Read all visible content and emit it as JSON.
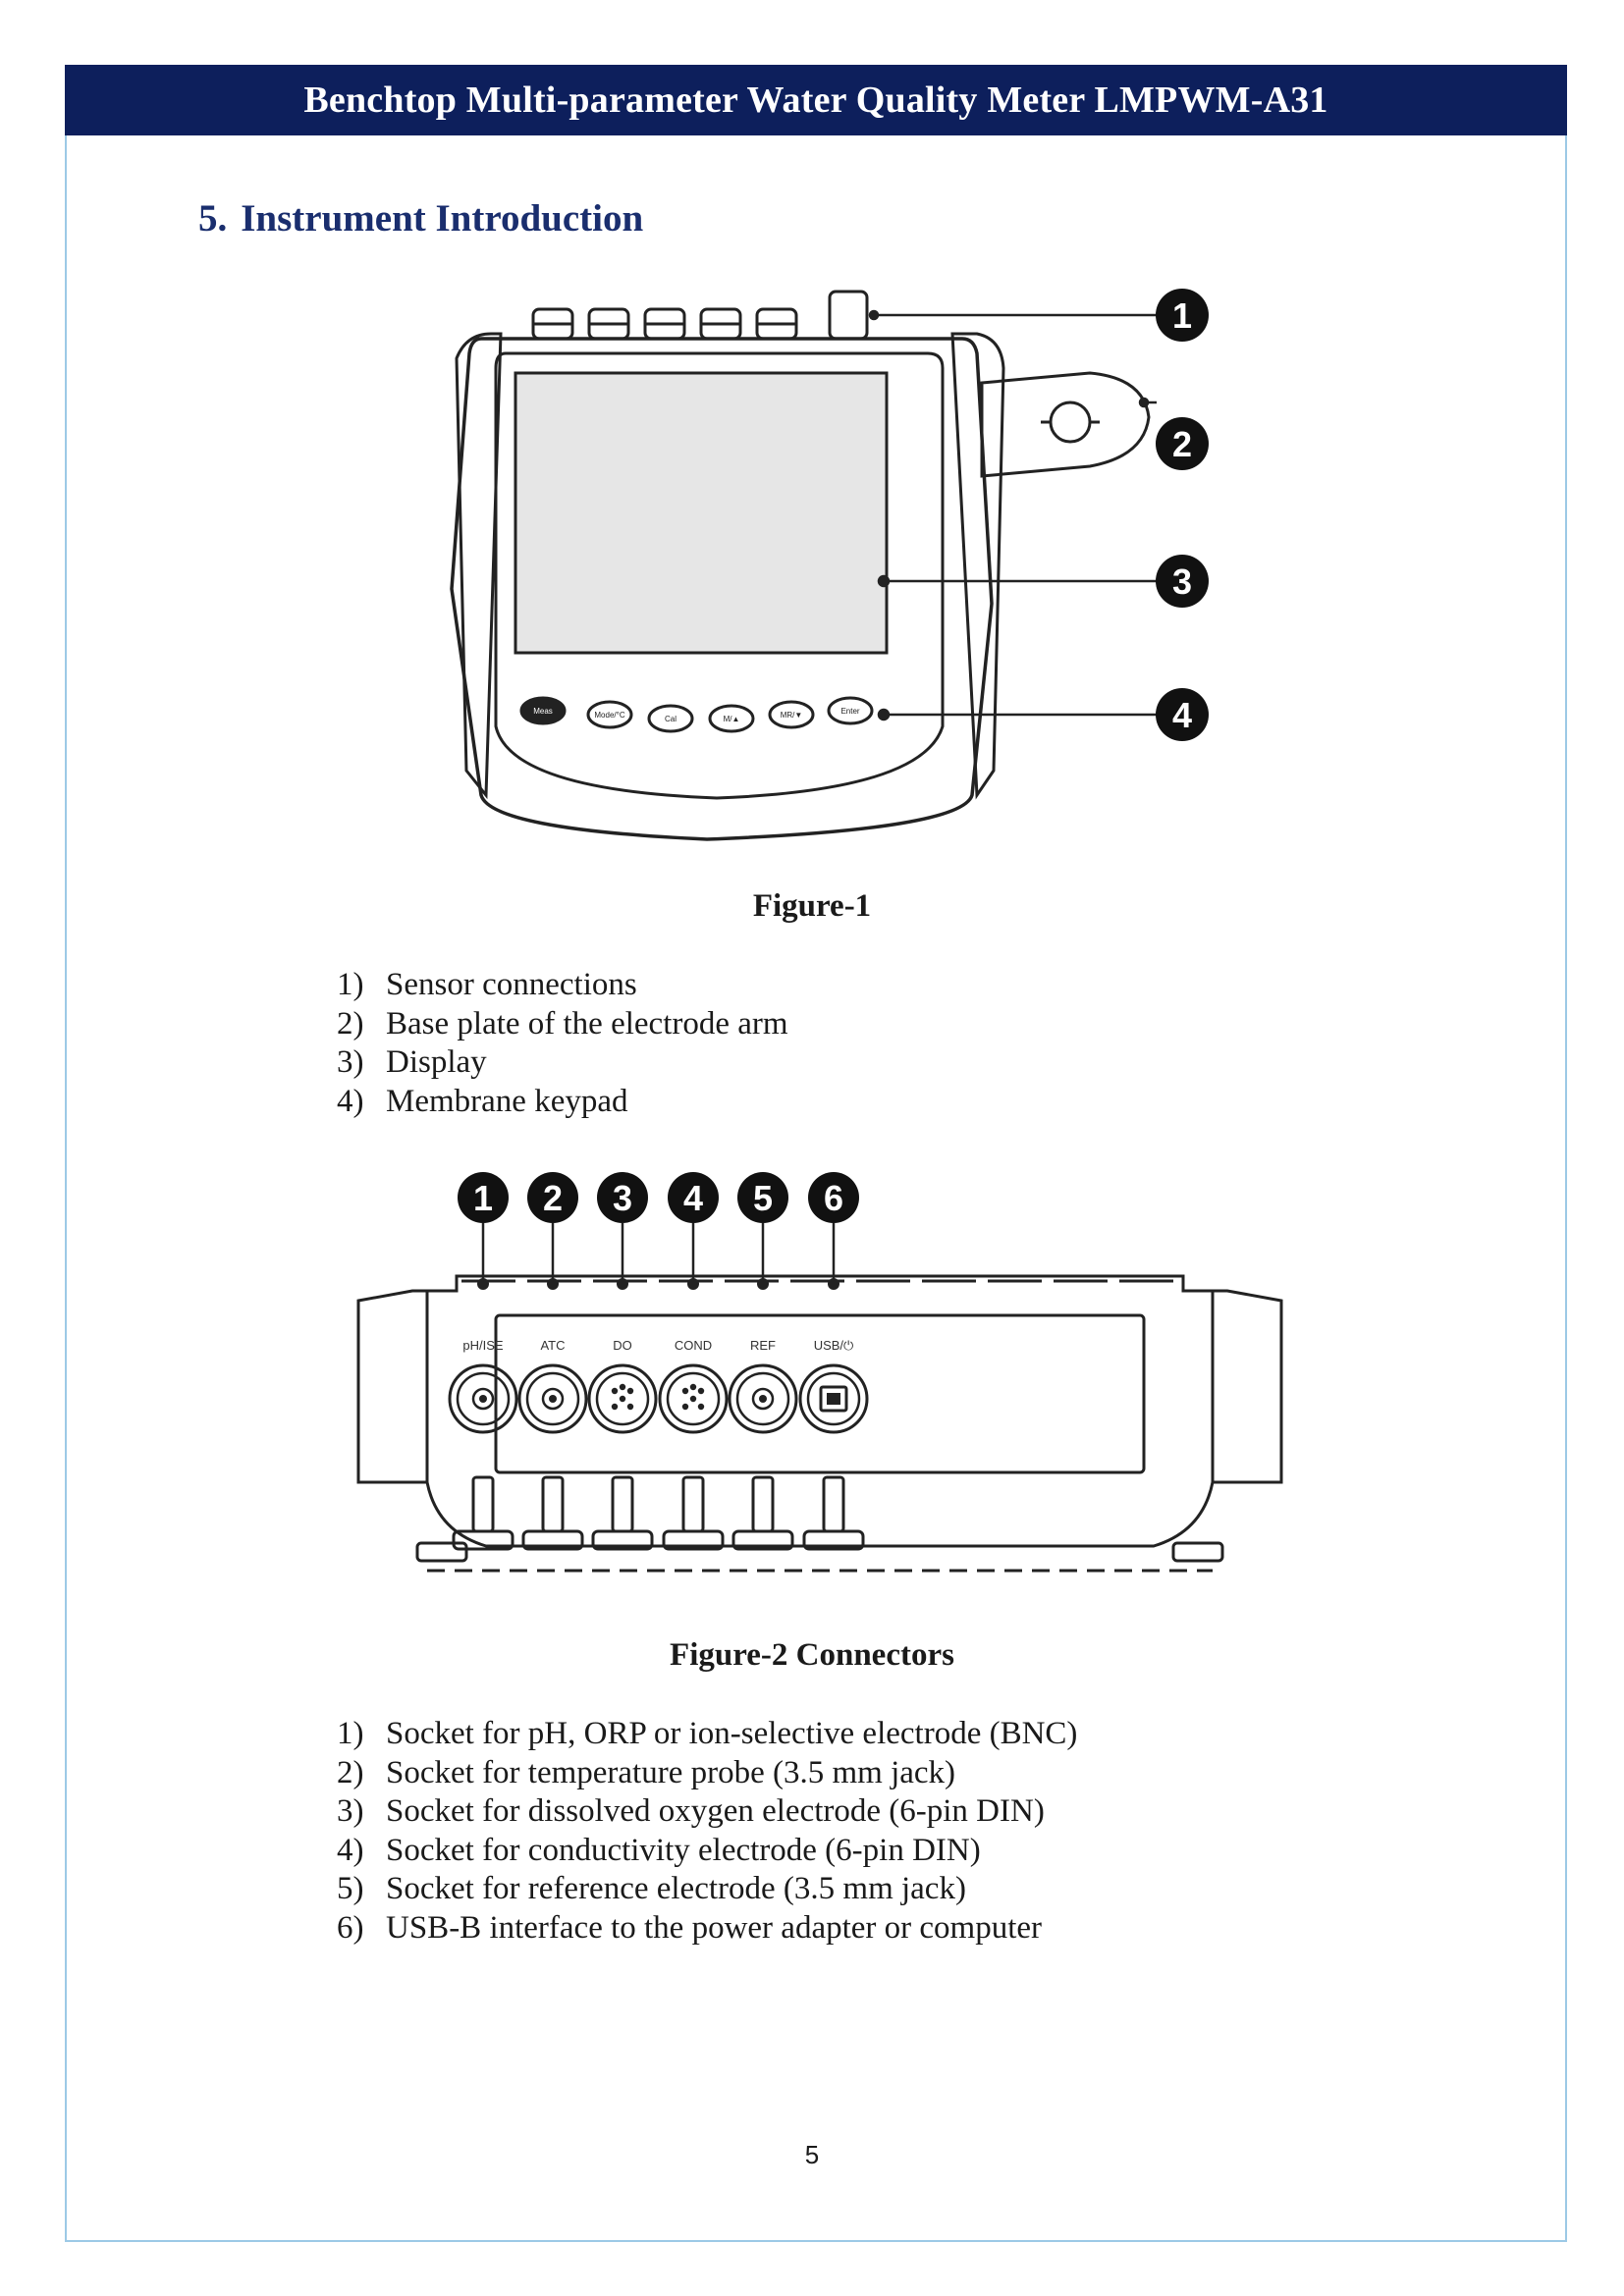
{
  "header": {
    "title": "Benchtop Multi-parameter Water Quality Meter LMPWM-A31"
  },
  "section": {
    "number": "5.",
    "title": "Instrument Introduction"
  },
  "figure1": {
    "caption": "Figure-1",
    "callouts": [
      "1",
      "2",
      "3",
      "4"
    ],
    "keypad_labels": [
      "Meas",
      "Mode/°C",
      "Cal",
      "M/▲",
      "MR/▼",
      "Enter"
    ],
    "items": [
      {
        "num": "1)",
        "text": "Sensor connections"
      },
      {
        "num": "2)",
        "text": "Base plate of the electrode arm"
      },
      {
        "num": "3)",
        "text": "Display"
      },
      {
        "num": "4)",
        "text": "Membrane keypad"
      }
    ]
  },
  "figure2": {
    "caption": "Figure-2 Connectors",
    "callouts": [
      "1",
      "2",
      "3",
      "4",
      "5",
      "6"
    ],
    "port_labels": [
      "pH/ISE",
      "ATC",
      "DO",
      "COND",
      "REF",
      "USB/⏻"
    ],
    "items": [
      {
        "num": "1)",
        "text": "Socket for pH, ORP or ion-selective electrode (BNC)"
      },
      {
        "num": "2)",
        "text": "Socket for temperature probe (3.5 mm jack)"
      },
      {
        "num": "3)",
        "text": "Socket for dissolved oxygen electrode (6-pin DIN)"
      },
      {
        "num": "4)",
        "text": "Socket for conductivity electrode (6-pin DIN)"
      },
      {
        "num": "5)",
        "text": "Socket for reference electrode (3.5 mm jack)"
      },
      {
        "num": "6)",
        "text": "USB-B interface to the power adapter or computer"
      }
    ]
  },
  "page_number": "5"
}
